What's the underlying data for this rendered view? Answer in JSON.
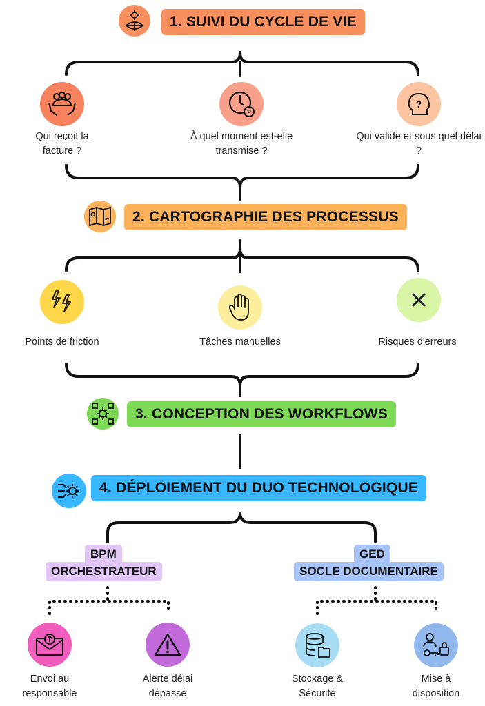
{
  "steps": [
    {
      "title": "1. SUIVI DU CYCLE DE VIE",
      "color": "#f7905e",
      "icon": "globe-gear-icon"
    },
    {
      "title": "2. CARTOGRAPHIE DES PROCESSUS",
      "color": "#fcb25b",
      "icon": "map-icon"
    },
    {
      "title": "3. CONCEPTION DES WORKFLOWS",
      "color": "#7ed957",
      "icon": "workflow-gear-icon"
    },
    {
      "title": "4. DÉPLOIEMENT DU DUO TECHNOLOGIQUE",
      "color": "#38b6ff",
      "icon": "circuit-gear-icon"
    }
  ],
  "step1_items": [
    {
      "label": "Qui reçoit la facture ?",
      "color": "#f6825e",
      "icon": "people-hands-icon"
    },
    {
      "label": "À quel moment est-elle transmise ?",
      "color": "#f9a08b",
      "icon": "clock-question-icon"
    },
    {
      "label": "Qui valide et sous quel délai ?",
      "color": "#fcc4a1",
      "icon": "head-question-icon"
    }
  ],
  "step2_items": [
    {
      "label": "Points de friction",
      "color": "#fdd64a",
      "icon": "lightning-icon"
    },
    {
      "label": "Tâches manuelles",
      "color": "#fdee9e",
      "icon": "hand-icon"
    },
    {
      "label": "Risques d'erreurs",
      "color": "#d9f6a7",
      "icon": "cross-icon"
    }
  ],
  "branches": [
    {
      "line1": "BPM",
      "line2": "ORCHESTRATEUR",
      "color": "#e2c6f6",
      "items": [
        {
          "label": "Envoi au responsable",
          "color": "#f05dbd",
          "icon": "mail-upload-icon"
        },
        {
          "label": "Alerte délai dépassé",
          "color": "#c26ad9",
          "icon": "warning-icon"
        }
      ]
    },
    {
      "line1": "GED",
      "line2": "SOCLE DOCUMENTAIRE",
      "color": "#a9c4f6",
      "items": [
        {
          "label": "Stockage & Sécurité",
          "color": "#a7dcf5",
          "icon": "database-folder-icon"
        },
        {
          "label": "Mise à disposition",
          "color": "#90b8ec",
          "icon": "user-key-lock-icon"
        }
      ]
    }
  ]
}
